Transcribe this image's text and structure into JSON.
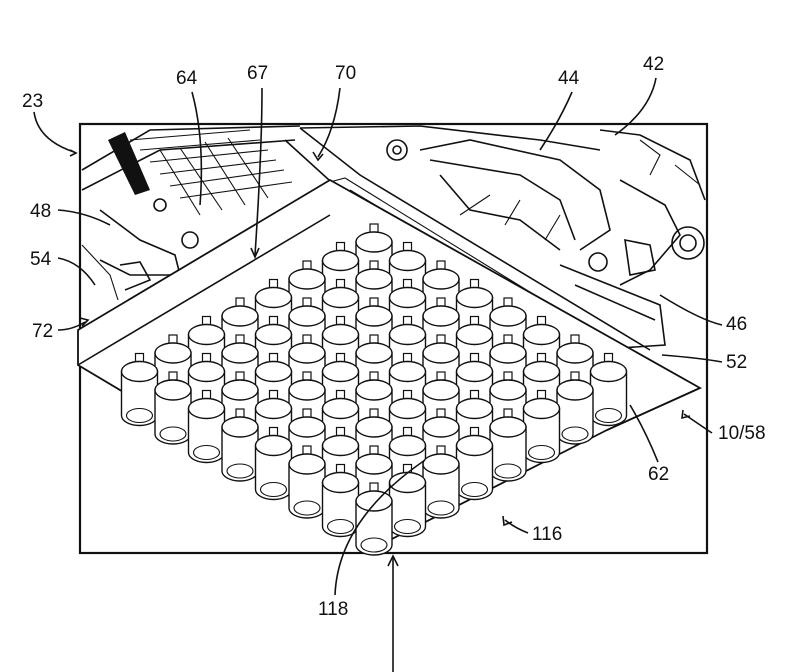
{
  "figure": {
    "labels": {
      "l23": "23",
      "l64": "64",
      "l67": "67",
      "l70": "70",
      "l44": "44",
      "l42": "42",
      "l48": "48",
      "l54": "54",
      "l72": "72",
      "l46": "46",
      "l52": "52",
      "l10_58": "10/58",
      "l62": "62",
      "l116": "116",
      "l118": "118"
    },
    "cell_grid": {
      "rows": 8,
      "cols": 8
    },
    "colors": {
      "ink": "#111111",
      "background": "#ffffff",
      "cell_fill": "#ffffff"
    }
  }
}
